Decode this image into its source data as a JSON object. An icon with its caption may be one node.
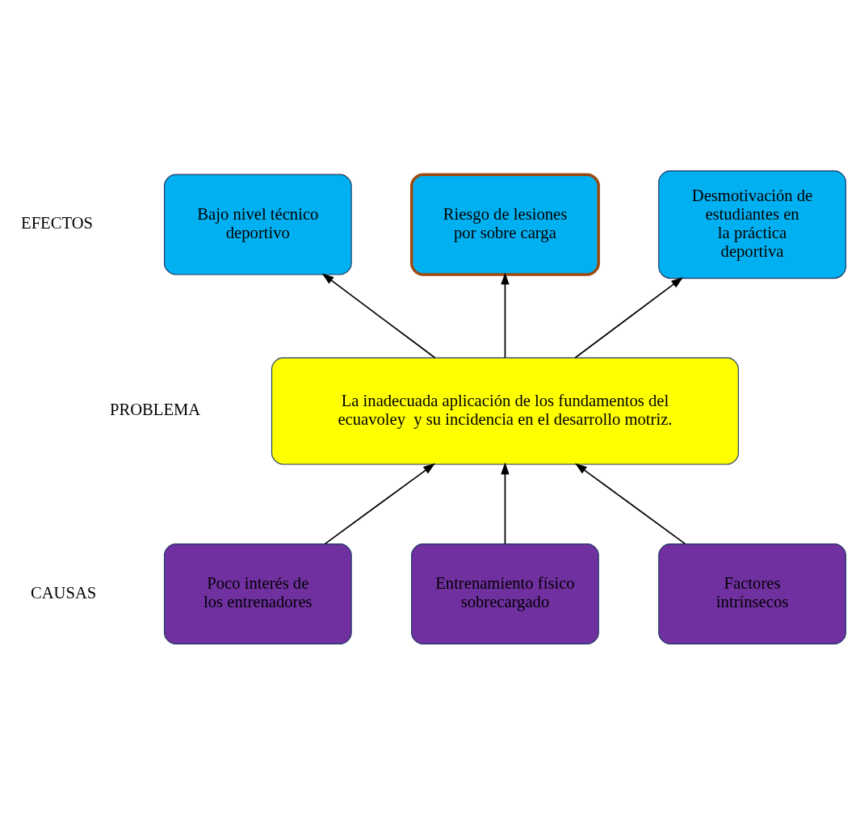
{
  "diagram": {
    "nodes": [
      {
        "text": [
          "Bajo nivel técnico deportivo"
        ]
      },
      {
        "text": [
          "Riesgo de lesiones por sobre carga"
        ]
      },
      {
        "text": [
          "Desmotivación de estudiantes en la práctica deportiva"
        ]
      },
      {
        "text": [
          "La inadecuada aplicación de los fundamentos del ecuavoley  y su incidencia en el desarrollo motriz."
        ]
      },
      {
        "text": [
          "Poco interés de los entrenadores"
        ]
      },
      {
        "text": [
          "Entrenamiento físico sobrecargado"
        ]
      },
      {
        "text": [
          "Factores intrínsecos"
        ]
      }
    ],
    "edges": [
      {
        "from": 3,
        "to": 0,
        "arrow": "to"
      },
      {
        "from": 3,
        "to": 1,
        "arrow": "to"
      },
      {
        "from": 3,
        "to": 2,
        "arrow": "to"
      },
      {
        "from": 4,
        "to": 3,
        "arrow": "to"
      },
      {
        "from": 5,
        "to": 3,
        "arrow": "to"
      },
      {
        "from": 6,
        "to": 3,
        "arrow": "to"
      }
    ],
    "labels": [
      "EFECTOS",
      "PROBLEMA",
      "CAUSAS"
    ]
  }
}
